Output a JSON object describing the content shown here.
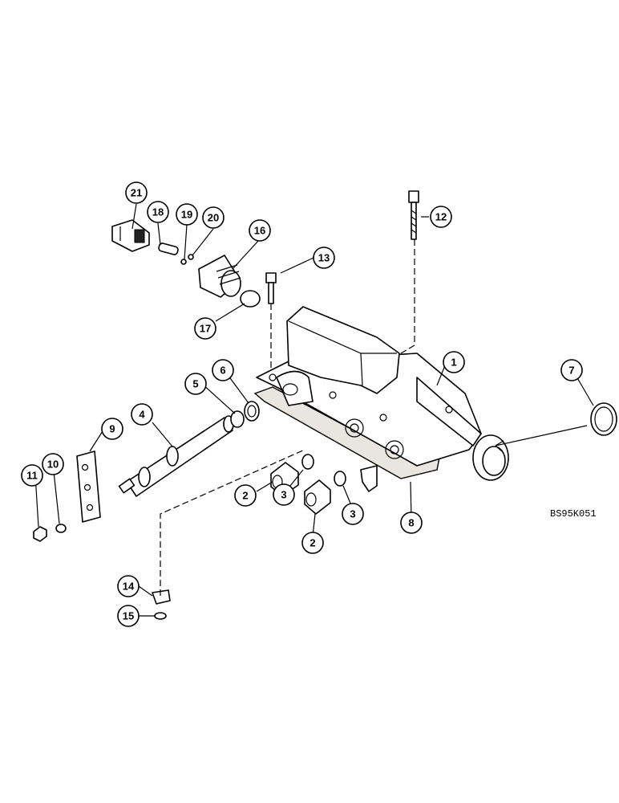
{
  "diagram": {
    "reference_code": "BS95K051",
    "callouts": [
      {
        "id": "c1",
        "label": "1"
      },
      {
        "id": "c2a",
        "label": "2"
      },
      {
        "id": "c2b",
        "label": "2"
      },
      {
        "id": "c3a",
        "label": "3"
      },
      {
        "id": "c3b",
        "label": "3"
      },
      {
        "id": "c4",
        "label": "4"
      },
      {
        "id": "c5",
        "label": "5"
      },
      {
        "id": "c6",
        "label": "6"
      },
      {
        "id": "c7",
        "label": "7"
      },
      {
        "id": "c8",
        "label": "8"
      },
      {
        "id": "c9",
        "label": "9"
      },
      {
        "id": "c10",
        "label": "10"
      },
      {
        "id": "c11",
        "label": "11"
      },
      {
        "id": "c12",
        "label": "12"
      },
      {
        "id": "c13",
        "label": "13"
      },
      {
        "id": "c14",
        "label": "14"
      },
      {
        "id": "c15",
        "label": "15"
      },
      {
        "id": "c16",
        "label": "16"
      },
      {
        "id": "c17",
        "label": "17"
      },
      {
        "id": "c18",
        "label": "18"
      },
      {
        "id": "c19",
        "label": "19"
      },
      {
        "id": "c20",
        "label": "20"
      },
      {
        "id": "c21",
        "label": "21"
      }
    ]
  }
}
